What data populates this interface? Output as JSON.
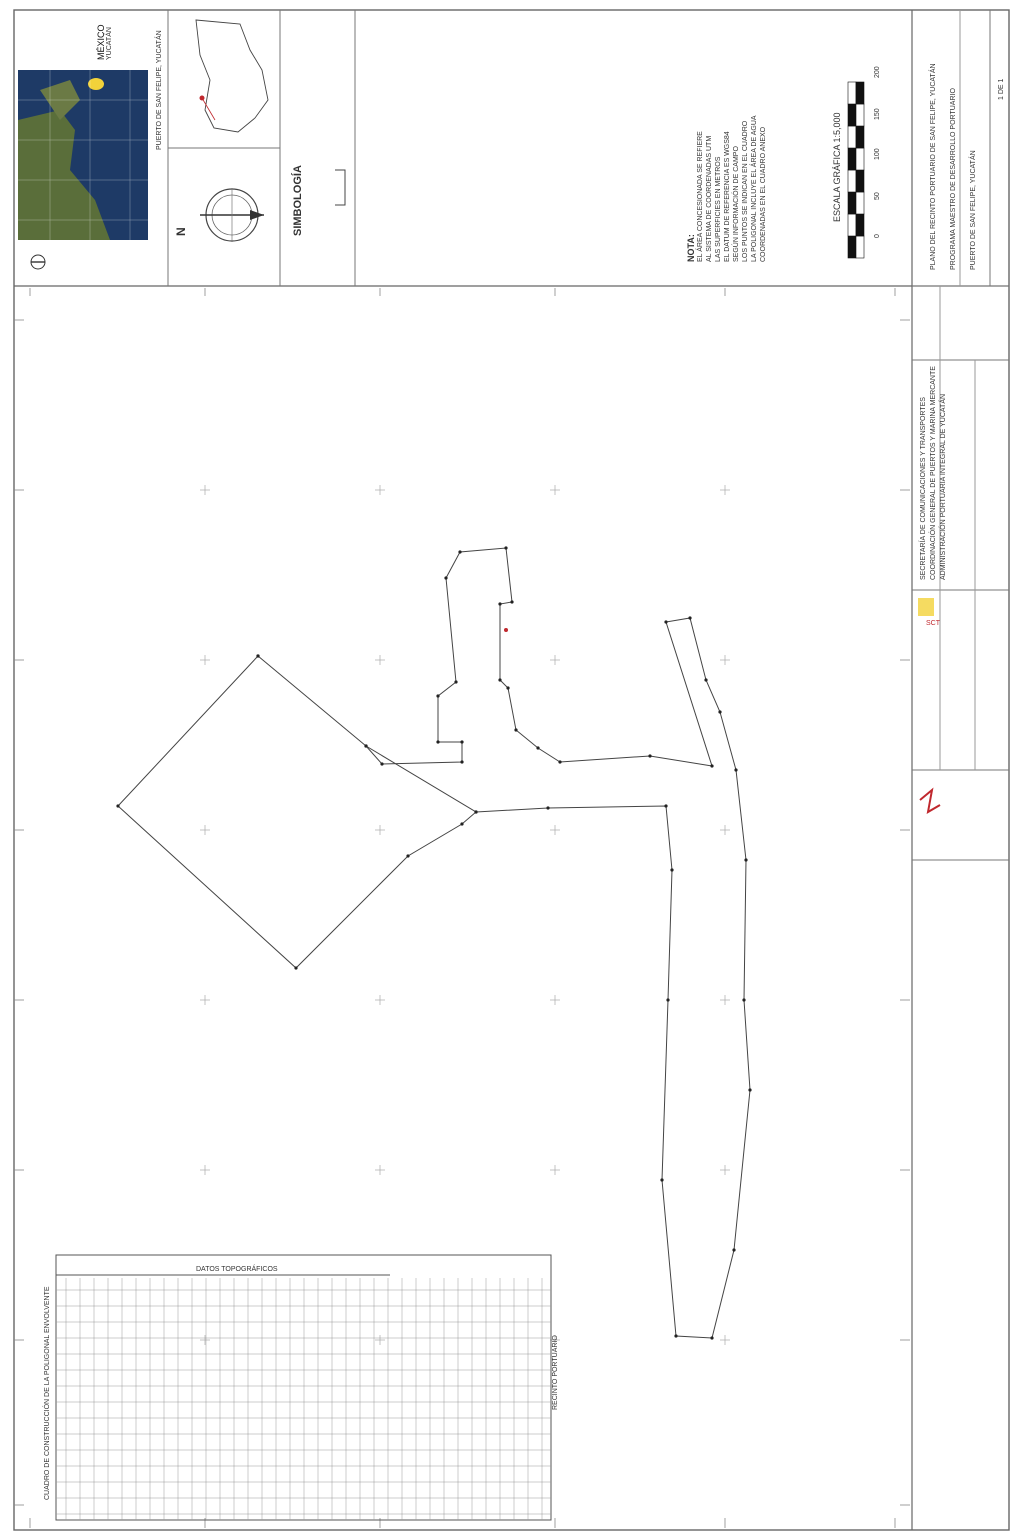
{
  "map": {
    "symbology_title": "SIMBOLOGÍA",
    "north_letter": "N",
    "inset_label_country": "MÉXICO",
    "inset_label_state": "YUCATÁN",
    "inset_place": "PUERTO DE SAN FELIPE, YUCATÁN",
    "nota_title": "NOTA:",
    "nota_lines": [
      "EL ÁREA CONCESIONADA SE REFIERE",
      "AL SISTEMA DE COORDENADAS UTM",
      "LAS SUPERFICIES EN METROS",
      "EL DATUM DE REFERENCIA ES WGS84",
      "SEGÚN INFORMACIÓN DE CAMPO",
      "LOS PUNTOS SE INDICAN EN EL CUADRO",
      "LA POLIGONAL INCLUYE EL ÁREA DE AGUA",
      "COORDENADAS EN EL CUADRO ANEXO"
    ],
    "scale_label": "ESCALA GRÁFICA 1:5,000",
    "scale_marks": [
      "0",
      "50",
      "100",
      "150",
      "200"
    ],
    "title_block": {
      "line1": "PLANO DEL RECINTO PORTUARIO DE SAN FELIPE, YUCATÁN",
      "line2": "PROGRAMA MAESTRO DE DESARROLLO PORTUARIO",
      "line3": "PUERTO DE SAN FELIPE, YUCATÁN",
      "agency1": "SECRETARÍA DE COMUNICACIONES Y TRANSPORTES",
      "agency2": "COORDINACIÓN GENERAL DE PUERTOS Y MARINA MERCANTE",
      "agency3": "ADMINISTRACIÓN PORTUARIA INTEGRAL DE YUCATÁN",
      "sct_logo": "SCT",
      "sheet": "1 DE 1"
    },
    "coord_table_title": "CUADRO DE CONSTRUCCIÓN DE LA POLIGONAL ENVOLVENTE",
    "coord_table_header": "DATOS TOPOGRÁFICOS",
    "table_area_label": "RECINTO PORTUARIO"
  },
  "colors": {
    "line": "#444444",
    "grid": "#999999",
    "sea": "#1e3a66",
    "land": "#5a6e3a",
    "highlight": "#f2d23a",
    "red": "#c0282e"
  }
}
